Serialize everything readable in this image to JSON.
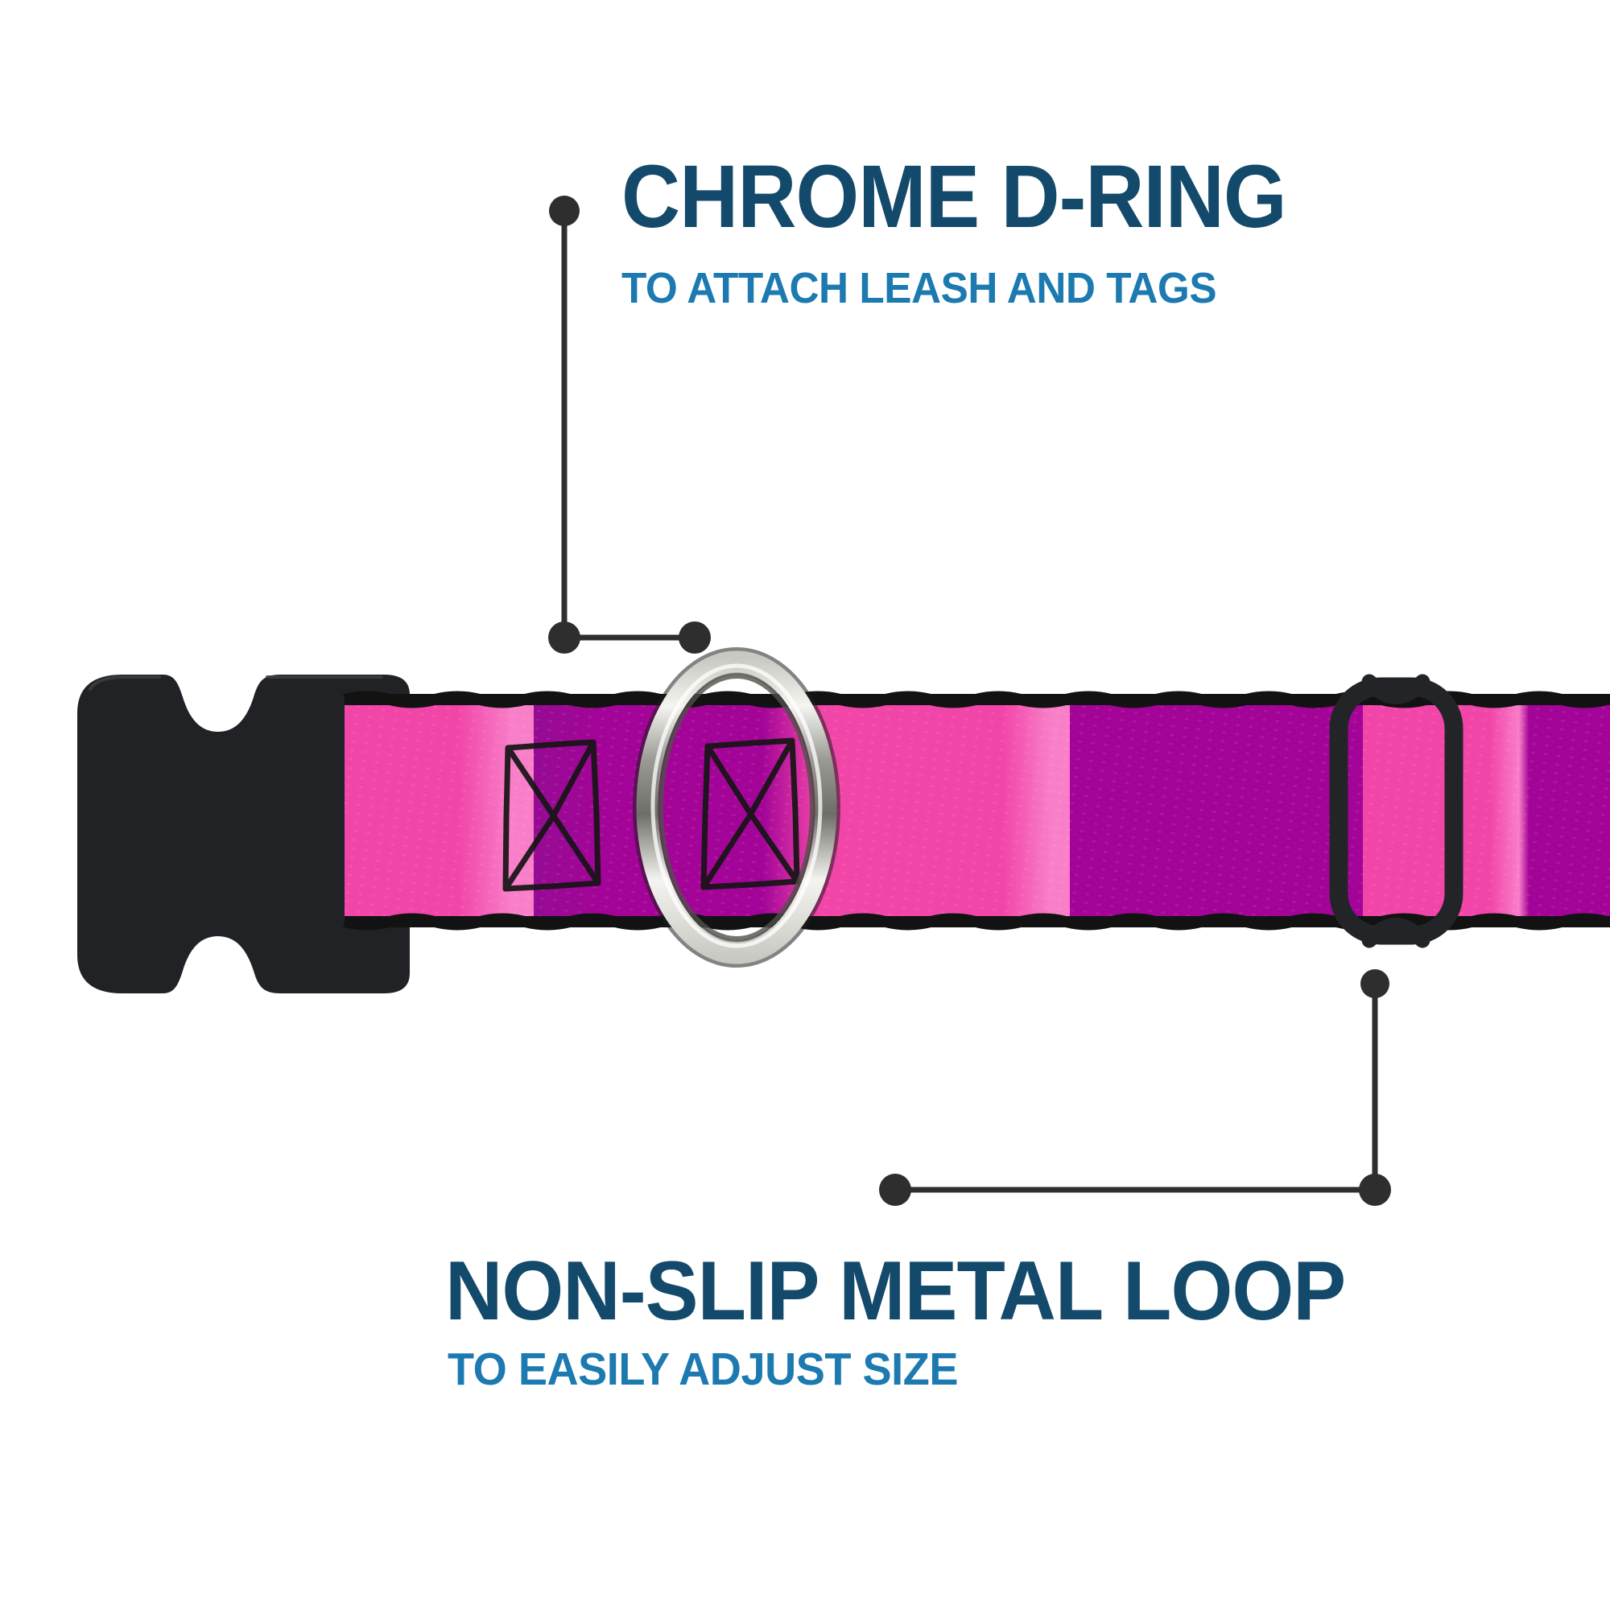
{
  "page": {
    "background": "#FFFFFF",
    "description_visible_elements": "annotated dog collar product image"
  },
  "callouts": {
    "d_ring": {
      "title": "CHROME D-RING",
      "subtitle": "TO ATTACH LEASH AND TAGS"
    },
    "metal_loop": {
      "title": "NON-SLIP METAL LOOP",
      "subtitle": "TO EASILY ADJUST SIZE"
    }
  },
  "colors": {
    "title_navy": "#134A6B",
    "subtitle_blue": "#1C7AB0",
    "connector": "#2E2E2E",
    "pink_main": "#F245A8",
    "pink_light": "#F97FC8",
    "purple_main": "#A30497",
    "purple_deep": "#950B93",
    "webbing_edge": "#121212",
    "buckle_black": "#202225",
    "buckle_highlight": "#3C3E41",
    "slider_black": "#232428",
    "stitch_black": "#151515",
    "chrome_light": "#F4F4F0",
    "chrome_mid": "#C9C9C3",
    "chrome_dark": "#9A9A94",
    "chrome_deep": "#6E6E68"
  }
}
